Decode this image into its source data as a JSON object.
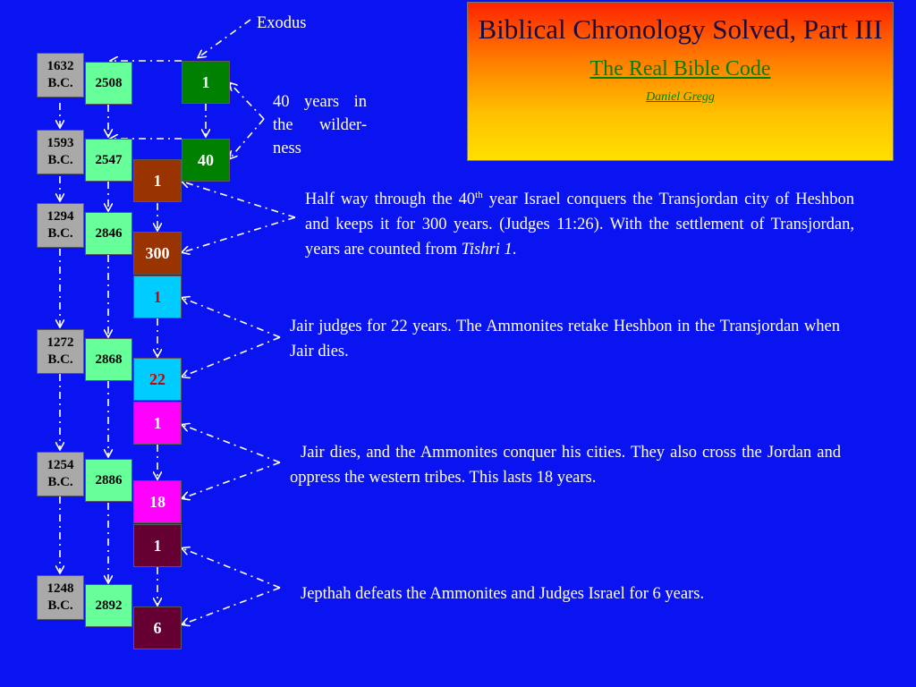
{
  "title": {
    "main": "Biblical Chronology Solved, Part III",
    "subtitle": "The Real Bible Code",
    "author": "Daniel Gregg"
  },
  "labels": {
    "exodus": "Exodus",
    "wilderness": "40 years in the wilder-ness"
  },
  "dates": [
    {
      "date_line1": "1632",
      "date_line2": "B.C.",
      "am": "2508"
    },
    {
      "date_line1": "1593",
      "date_line2": "B.C.",
      "am": "2547"
    },
    {
      "date_line1": "1294",
      "date_line2": "B.C.",
      "am": "2846"
    },
    {
      "date_line1": "1272",
      "date_line2": "B.C.",
      "am": "2868"
    },
    {
      "date_line1": "1254",
      "date_line2": "B.C.",
      "am": "2886"
    },
    {
      "date_line1": "1248",
      "date_line2": "B.C.",
      "am": "2892"
    }
  ],
  "counts": [
    {
      "value": "1",
      "bg": "#008000",
      "fg": "#ffffff"
    },
    {
      "value": "40",
      "bg": "#008000",
      "fg": "#ffffff"
    },
    {
      "value": "1",
      "bg": "#993300",
      "fg": "#ffffff"
    },
    {
      "value": "300",
      "bg": "#993300",
      "fg": "#ffffff"
    },
    {
      "value": "1",
      "bg": "#00ccff",
      "fg": "#cc0000"
    },
    {
      "value": "22",
      "bg": "#00ccff",
      "fg": "#cc0000"
    },
    {
      "value": "1",
      "bg": "#ff00ff",
      "fg": "#ffffff"
    },
    {
      "value": "18",
      "bg": "#ff00ff",
      "fg": "#ffffff"
    },
    {
      "value": "1",
      "bg": "#660033",
      "fg": "#ffffff"
    },
    {
      "value": "6",
      "bg": "#660033",
      "fg": "#ffffff"
    }
  ],
  "notes": {
    "heshbon_pre": "Half way through the 40",
    "heshbon_sup": "th",
    "heshbon_mid": " year Israel conquers the Transjordan city of Heshbon and keeps it for 300 years. (Judges 11:26).  With the settlement of Transjordan, years are counted from ",
    "heshbon_em": "Tishri 1",
    "heshbon_end": ".",
    "jair": "Jair judges for 22 years. The Ammonites retake Heshbon in the Transjordan when Jair dies.",
    "ammonites": "Jair dies, and the Ammonites conquer his cities.  They also cross the Jordan and oppress the western tribes.  This lasts 18 years.",
    "jepthah": "Jepthah defeats the Ammonites and Judges Israel for 6 years."
  },
  "colors": {
    "background": "#0a14f0",
    "arrow": "#ffffff"
  }
}
